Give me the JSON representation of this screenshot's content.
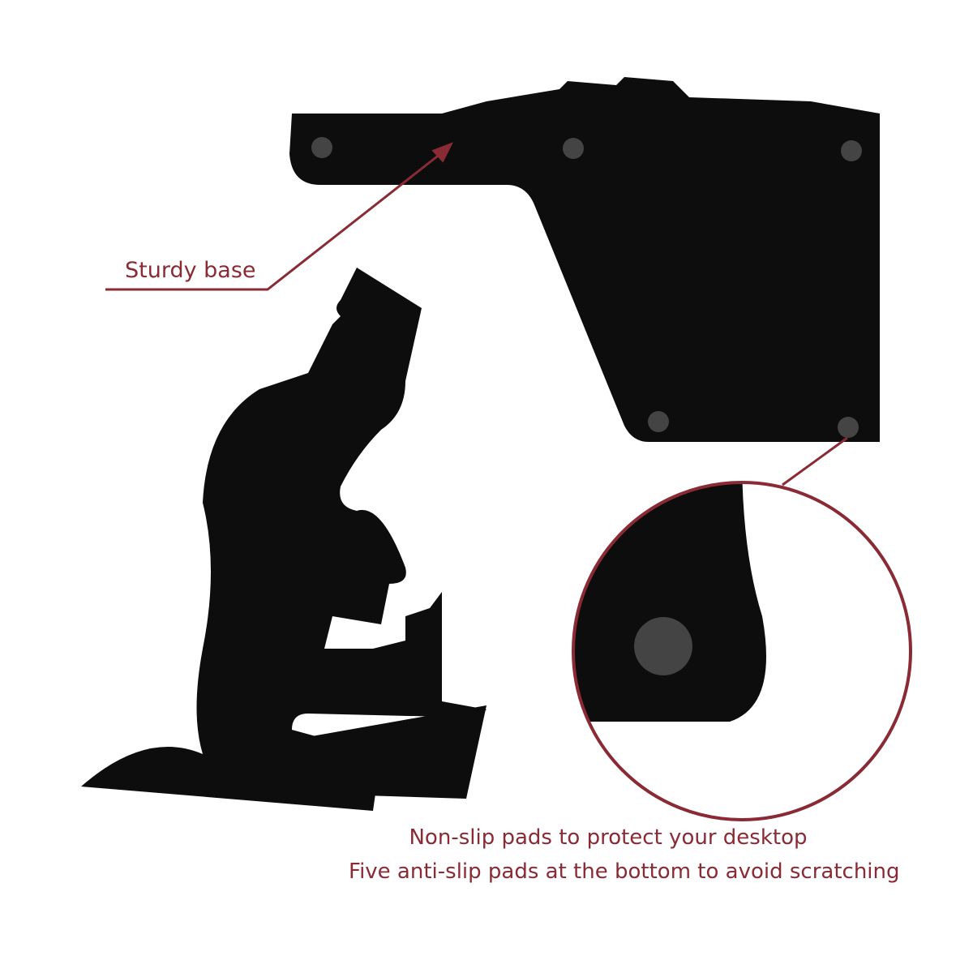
{
  "labels": {
    "sturdy_base": "Sturdy base",
    "caption_line1": "Non-slip pads to protect your desktop",
    "caption_line2": "Five anti-slip pads at the bottom to avoid scratching"
  },
  "colors": {
    "accent": "#8a2a35",
    "product": "#0d0d0d",
    "pad": "#444444"
  }
}
